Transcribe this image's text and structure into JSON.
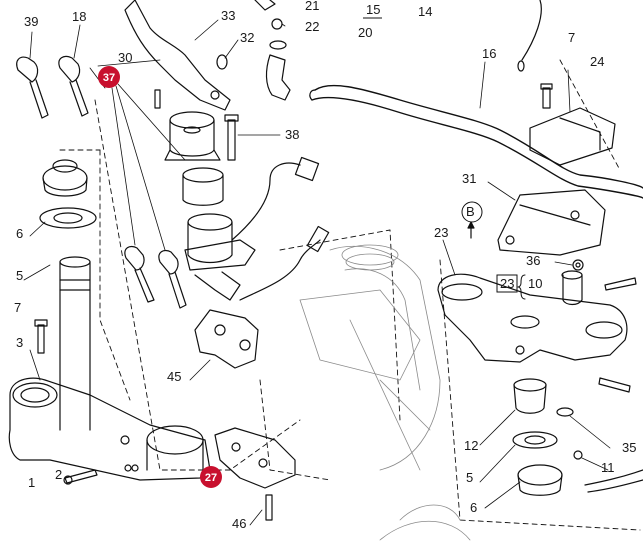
{
  "figure": {
    "type": "exploded-parts-diagram",
    "accent_color": "#c8102e"
  },
  "callouts": [
    "39",
    "18",
    "33",
    "21",
    "22",
    "15",
    "20",
    "14",
    "32",
    "30",
    "7",
    "16",
    "24",
    "38",
    "6",
    "5",
    "7",
    "31",
    "B",
    "23",
    "36",
    "10",
    "23",
    "3",
    "2",
    "1",
    "45",
    "12",
    "11",
    "5",
    "35",
    "6",
    "46"
  ],
  "highlighted_callouts": [
    "37",
    "27"
  ]
}
